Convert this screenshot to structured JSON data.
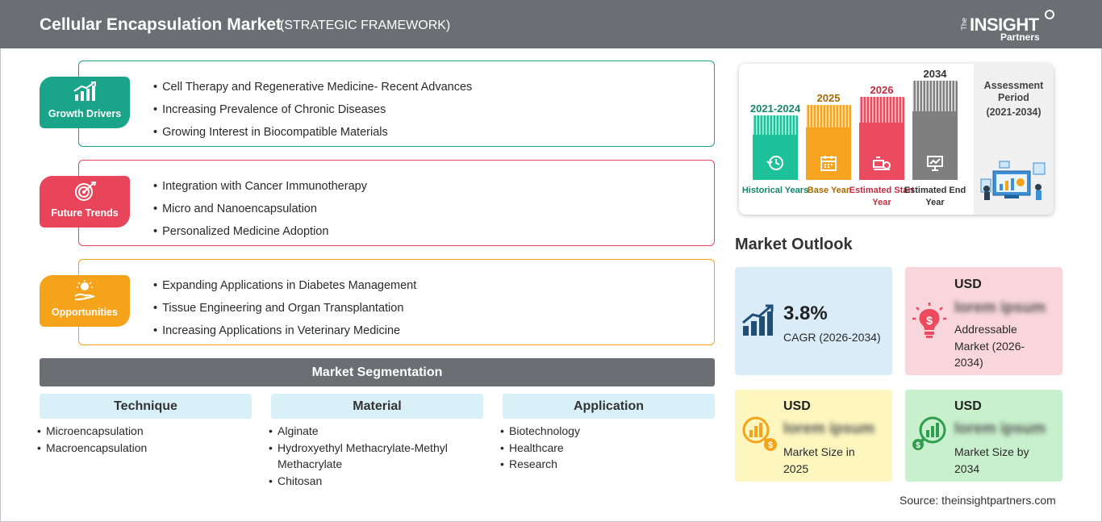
{
  "header": {
    "title": "Cellular Encapsulation Market",
    "subtitle": "(STRATEGIC FRAMEWORK)",
    "logo_the": "The",
    "logo_main": "INSIGHT",
    "logo_sub": "Partners"
  },
  "drivers": [
    {
      "label": "Growth Drivers",
      "color": "#1aa58a",
      "items": [
        "Cell Therapy and Regenerative Medicine- Recent Advances",
        "Increasing Prevalence of Chronic Diseases",
        "Growing Interest in Biocompatible Materials"
      ]
    },
    {
      "label": "Future Trends",
      "color": "#e8445a",
      "items": [
        "Integration with Cancer Immunotherapy",
        "Micro and Nanoencapsulation",
        "Personalized Medicine Adoption"
      ]
    },
    {
      "label": "Opportunities",
      "color": "#f5a31a",
      "items": [
        "Expanding Applications in Diabetes Management",
        "Tissue Engineering and Organ Transplantation",
        "Increasing Applications in Veterinary Medicine"
      ]
    }
  ],
  "segmentation": {
    "title": "Market Segmentation",
    "columns": [
      {
        "head": "Technique",
        "items": [
          "Microencapsulation",
          "Macroencapsulation"
        ]
      },
      {
        "head": "Material",
        "items": [
          "Alginate",
          "Hydroxyethyl Methacrylate-Methyl Methacrylate",
          "Chitosan"
        ]
      },
      {
        "head": "Application",
        "items": [
          "Biotechnology",
          "Healthcare",
          "Research"
        ]
      }
    ]
  },
  "period": {
    "assessment_title": "Assessment Period",
    "assessment_range": "(2021-2034)",
    "columns": [
      {
        "year": "2021-2024",
        "caption": "Historical Years",
        "color": "#1ec29a",
        "year_color": "#15876c",
        "icon": "history-icon"
      },
      {
        "year": "2025",
        "caption": "Base Year",
        "color": "#f7a521",
        "year_color": "#a86a00",
        "icon": "calendar-icon"
      },
      {
        "year": "2026",
        "caption": "Estimated Start Year",
        "color": "#ec4a5e",
        "year_color": "#c52c40",
        "icon": "start-icon"
      },
      {
        "year": "2034",
        "caption": "Estimated End Year",
        "color": "#7f7f7f",
        "year_color": "#333333",
        "icon": "presentation-icon"
      }
    ]
  },
  "outlook": {
    "title": "Market Outlook",
    "cagr": {
      "value": "3.8%",
      "label": "CAGR (2026-2034)",
      "bg": "#d9ecf7"
    },
    "addressable": {
      "usd": "USD",
      "value": "lorem ipsum",
      "label": "Addressable Market (2026-2034)",
      "bg": "#f9d6dc"
    },
    "size_2025": {
      "usd": "USD",
      "value": "lorem ipsum",
      "label": "Market Size in 2025",
      "bg": "#fdf6bf"
    },
    "size_2034": {
      "usd": "USD",
      "value": "lorem ipsum",
      "label": "Market Size by 2034",
      "bg": "#c8f0cc"
    }
  },
  "source": "Source: theinsightpartners.com"
}
